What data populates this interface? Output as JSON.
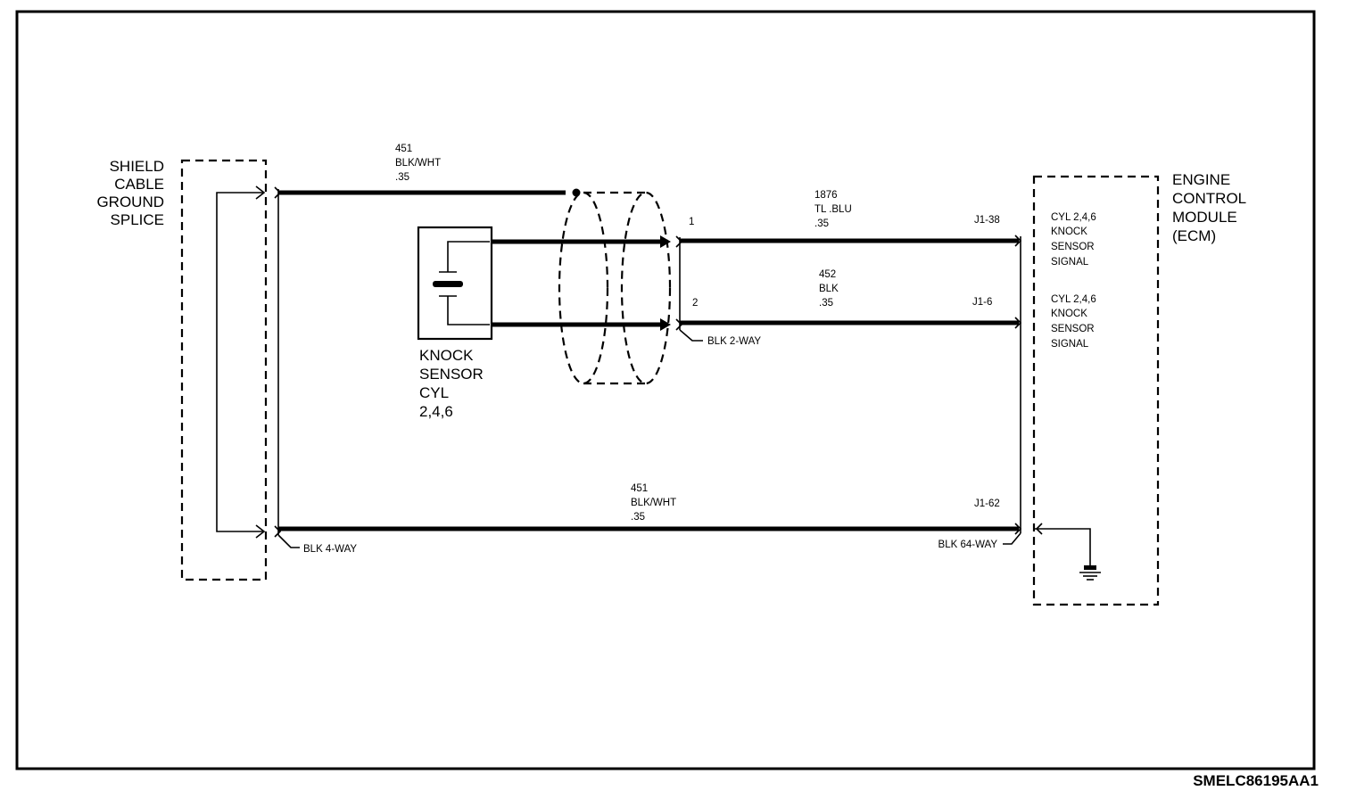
{
  "shield_splice": {
    "lines": [
      "SHIELD",
      "CABLE",
      "GROUND",
      "SPLICE"
    ]
  },
  "ecm": {
    "lines": [
      "ENGINE",
      "CONTROL",
      "MODULE",
      "(ECM)"
    ]
  },
  "knock_sensor": {
    "lines": [
      "KNOCK",
      "SENSOR",
      "CYL",
      "2,4,6"
    ]
  },
  "wires": {
    "top_451": [
      "451",
      "BLK/WHT",
      ".35"
    ],
    "w1876": [
      "1876",
      "TL .BLU",
      ".35"
    ],
    "w452": [
      "452",
      "BLK",
      ".35"
    ],
    "bottom_451": [
      "451",
      "BLK/WHT",
      ".35"
    ]
  },
  "pins": {
    "p1": "1",
    "p2": "2",
    "j1_38": "J1-38",
    "j1_6": "J1-6",
    "j1_62": "J1-62"
  },
  "connectors": {
    "blk_2way": "BLK 2-WAY",
    "blk_4way": "BLK 4-WAY",
    "blk_64way": "BLK 64-WAY"
  },
  "signals": {
    "sig1": [
      "CYL 2,4,6",
      "KNOCK",
      "SENSOR",
      "SIGNAL"
    ],
    "sig2": [
      "CYL 2,4,6",
      "KNOCK",
      "SENSOR",
      "SIGNAL"
    ]
  },
  "figure_code": "SMELC86195AA1"
}
